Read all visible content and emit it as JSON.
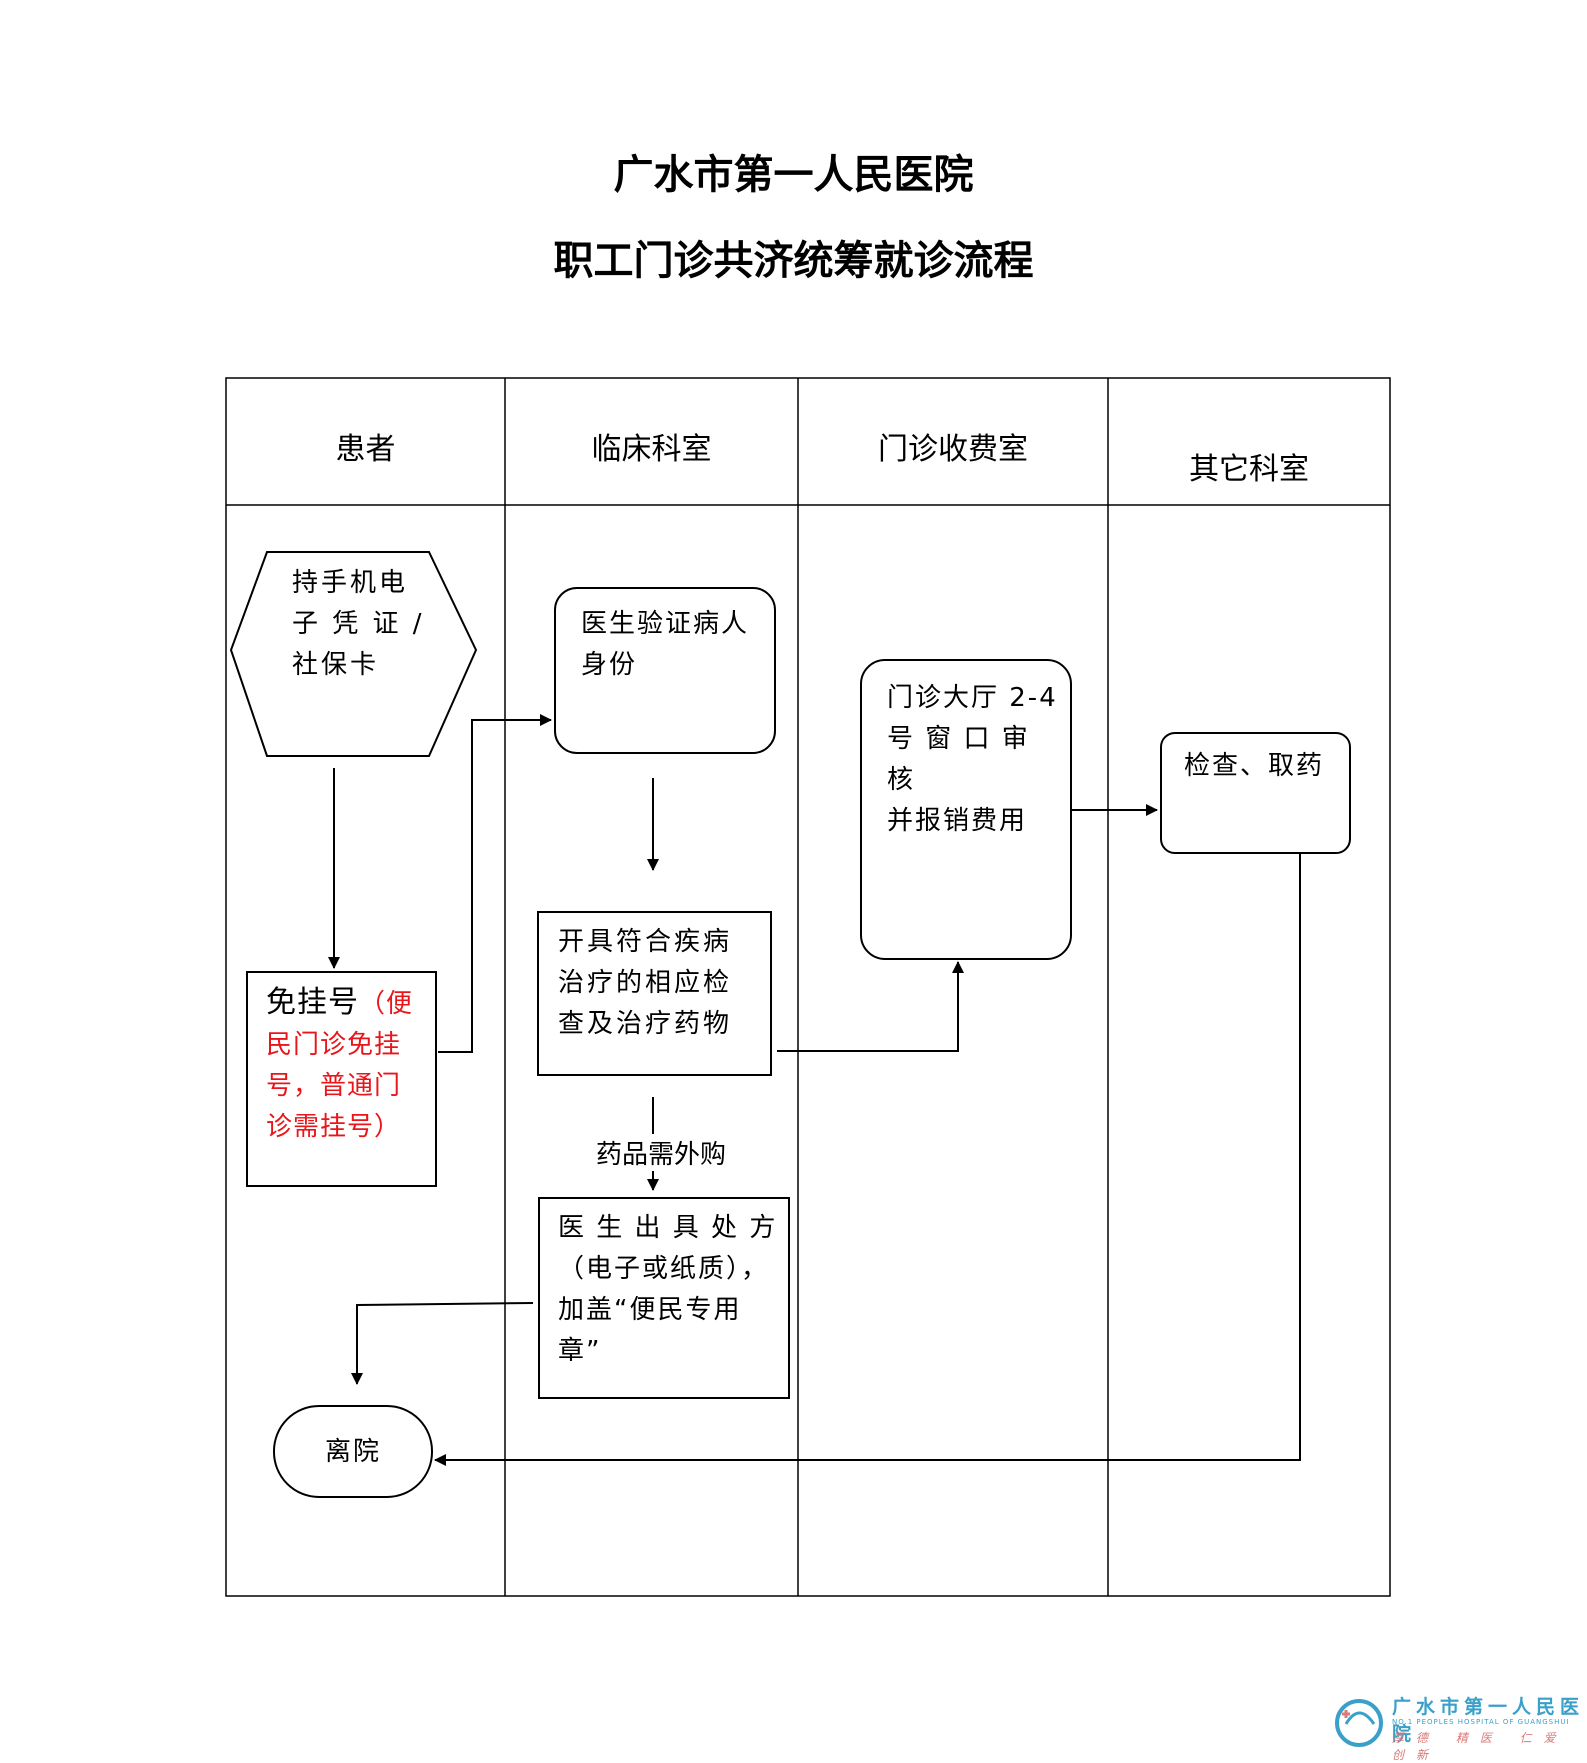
{
  "header": {
    "title_line1": "广水市第一人民医院",
    "title_line2": "职工门诊共济统筹就诊流程"
  },
  "lanes": [
    "患者",
    "临床科室",
    "门诊收费室",
    "其它科室"
  ],
  "nodes": {
    "patient_start": [
      "持手机电",
      "子 凭 证 /",
      "社保卡"
    ],
    "no_registration_main": "免挂号",
    "no_registration_note": [
      "（便",
      "民门诊免挂",
      "号，普通门",
      "诊需挂号）"
    ],
    "verify_identity": [
      "医生验证病人",
      "身份"
    ],
    "prescribe": [
      "开具符合疾病",
      "治疗的相应检",
      "查及治疗药物"
    ],
    "edge_label_external": "药品需外购",
    "prescription_paper": [
      "医 生 出 具 处 方",
      "（电子或纸质），",
      "加盖“便民专用",
      "章”"
    ],
    "cashier_review": [
      "门诊大厅 2-4",
      "号 窗 口 审 核",
      "并报销费用"
    ],
    "exam_pharmacy": "检查、取药",
    "leave": "离院"
  },
  "logo": {
    "name": "广水市第一人民医院",
    "en": "NO.1 PEOPLES HOSPITAL OF GUANGSHUI",
    "motto": "厚德 精医 仁爱 创新",
    "colors": {
      "primary": "#3aa0c9",
      "accent": "#d87a7a"
    }
  },
  "colors": {
    "note_red": "#e8161b",
    "line": "#000000"
  }
}
